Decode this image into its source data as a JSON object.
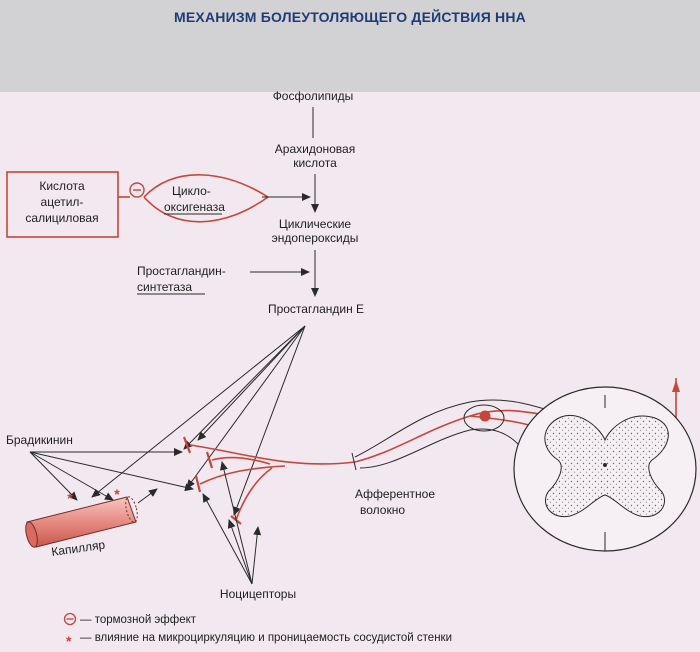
{
  "header": {
    "title": "МЕХАНИЗМ БОЛЕУТОЛЯЮЩЕГО ДЕЙСТВИЯ ННА"
  },
  "pathway": {
    "phospholipids": "Фосфолипиды",
    "arachidonic_line1": "Арахидоновая",
    "arachidonic_line2": "кислота",
    "cyclic_line1": "Циклические",
    "cyclic_line2": "эндопероксиды",
    "prostaglandin_e": "Простагландин Е"
  },
  "aspirin": {
    "line1": "Кислота",
    "line2": "ацетил-",
    "line3": "салициловая"
  },
  "cyclooxygenase": {
    "line1": "Цикло-",
    "line2": "оксигеназа"
  },
  "synthetase": {
    "line1": "Простагландин-",
    "line2": "синтетаза"
  },
  "labels": {
    "bradykinin": "Брадикинин",
    "capillary": "Капилляр",
    "nociceptors": "Ноцицепторы",
    "afferent_line1": "Афферентное",
    "afferent_line2": "волокно"
  },
  "legend": {
    "inhibit_symbol": "⊖",
    "inhibit_text": "— тормозной эффект",
    "star_symbol": "*",
    "star_text": "— влияние на микроциркуляцию и проницаемость сосудистой стенки"
  },
  "colors": {
    "accent_red": "#c8453c",
    "title_blue": "#1f3c78"
  }
}
